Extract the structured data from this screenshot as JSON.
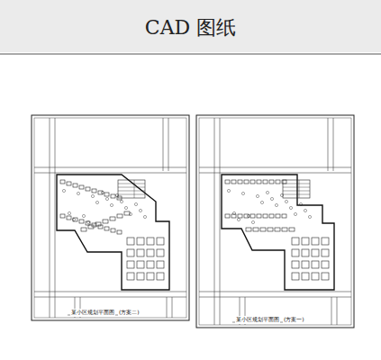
{
  "diagram": {
    "title": "CAD 图纸",
    "labels": [
      "某小区规划平面图",
      "(方案二)",
      "某小区规划平面图",
      "(方案一)"
    ]
  }
}
